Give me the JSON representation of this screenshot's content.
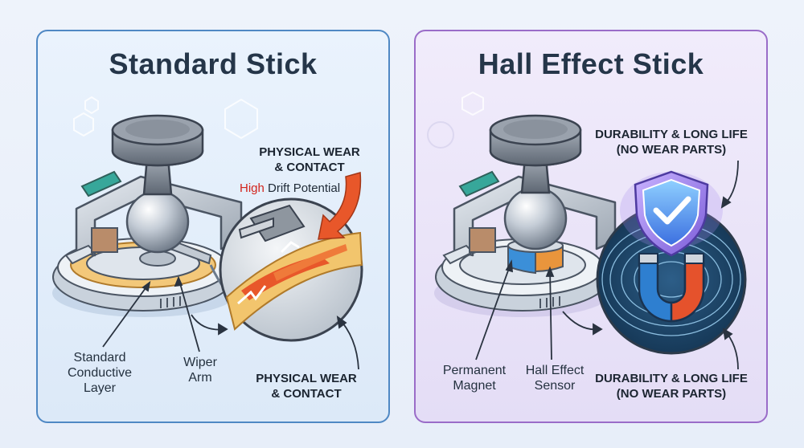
{
  "left": {
    "title": "Standard Stick",
    "callout_top": {
      "line1": "PHYSICAL WEAR",
      "line2": "& CONTACT"
    },
    "drift": {
      "highlight": "High",
      "rest": " Drift Potential"
    },
    "label_layer": {
      "line1": "Standard",
      "line2": "Conductive",
      "line3": "Layer"
    },
    "label_wiper": {
      "line1": "Wiper",
      "line2": "Arm"
    },
    "callout_bottom": {
      "line1": "PHYSICAL WEAR",
      "line2": "& CONTACT"
    }
  },
  "right": {
    "title": "Hall Effect Stick",
    "callout_top": {
      "line1": "DURABILITY & LONG LIFE",
      "line2": "(NO WEAR PARTS)"
    },
    "label_magnet": {
      "line1": "Permanent",
      "line2": "Magnet"
    },
    "label_sensor": {
      "line1": "Hall Effect",
      "line2": "Sensor"
    },
    "callout_bottom": {
      "line1": "DURABILITY & LONG LIFE",
      "line2": "(NO WEAR PARTS)"
    }
  },
  "colors": {
    "left_border": "#4f88c4",
    "right_border": "#9a6cc8",
    "wear_orange": "#e8572a",
    "drift_red": "#d2241c",
    "magnet_red": "#e5522c",
    "magnet_blue": "#2e7fd0",
    "shield_blue": "#3d8ee6"
  },
  "icons": [
    "joystick-icon",
    "magnifier-icon",
    "magnet-icon",
    "shield-check-icon",
    "arrow-icon"
  ]
}
